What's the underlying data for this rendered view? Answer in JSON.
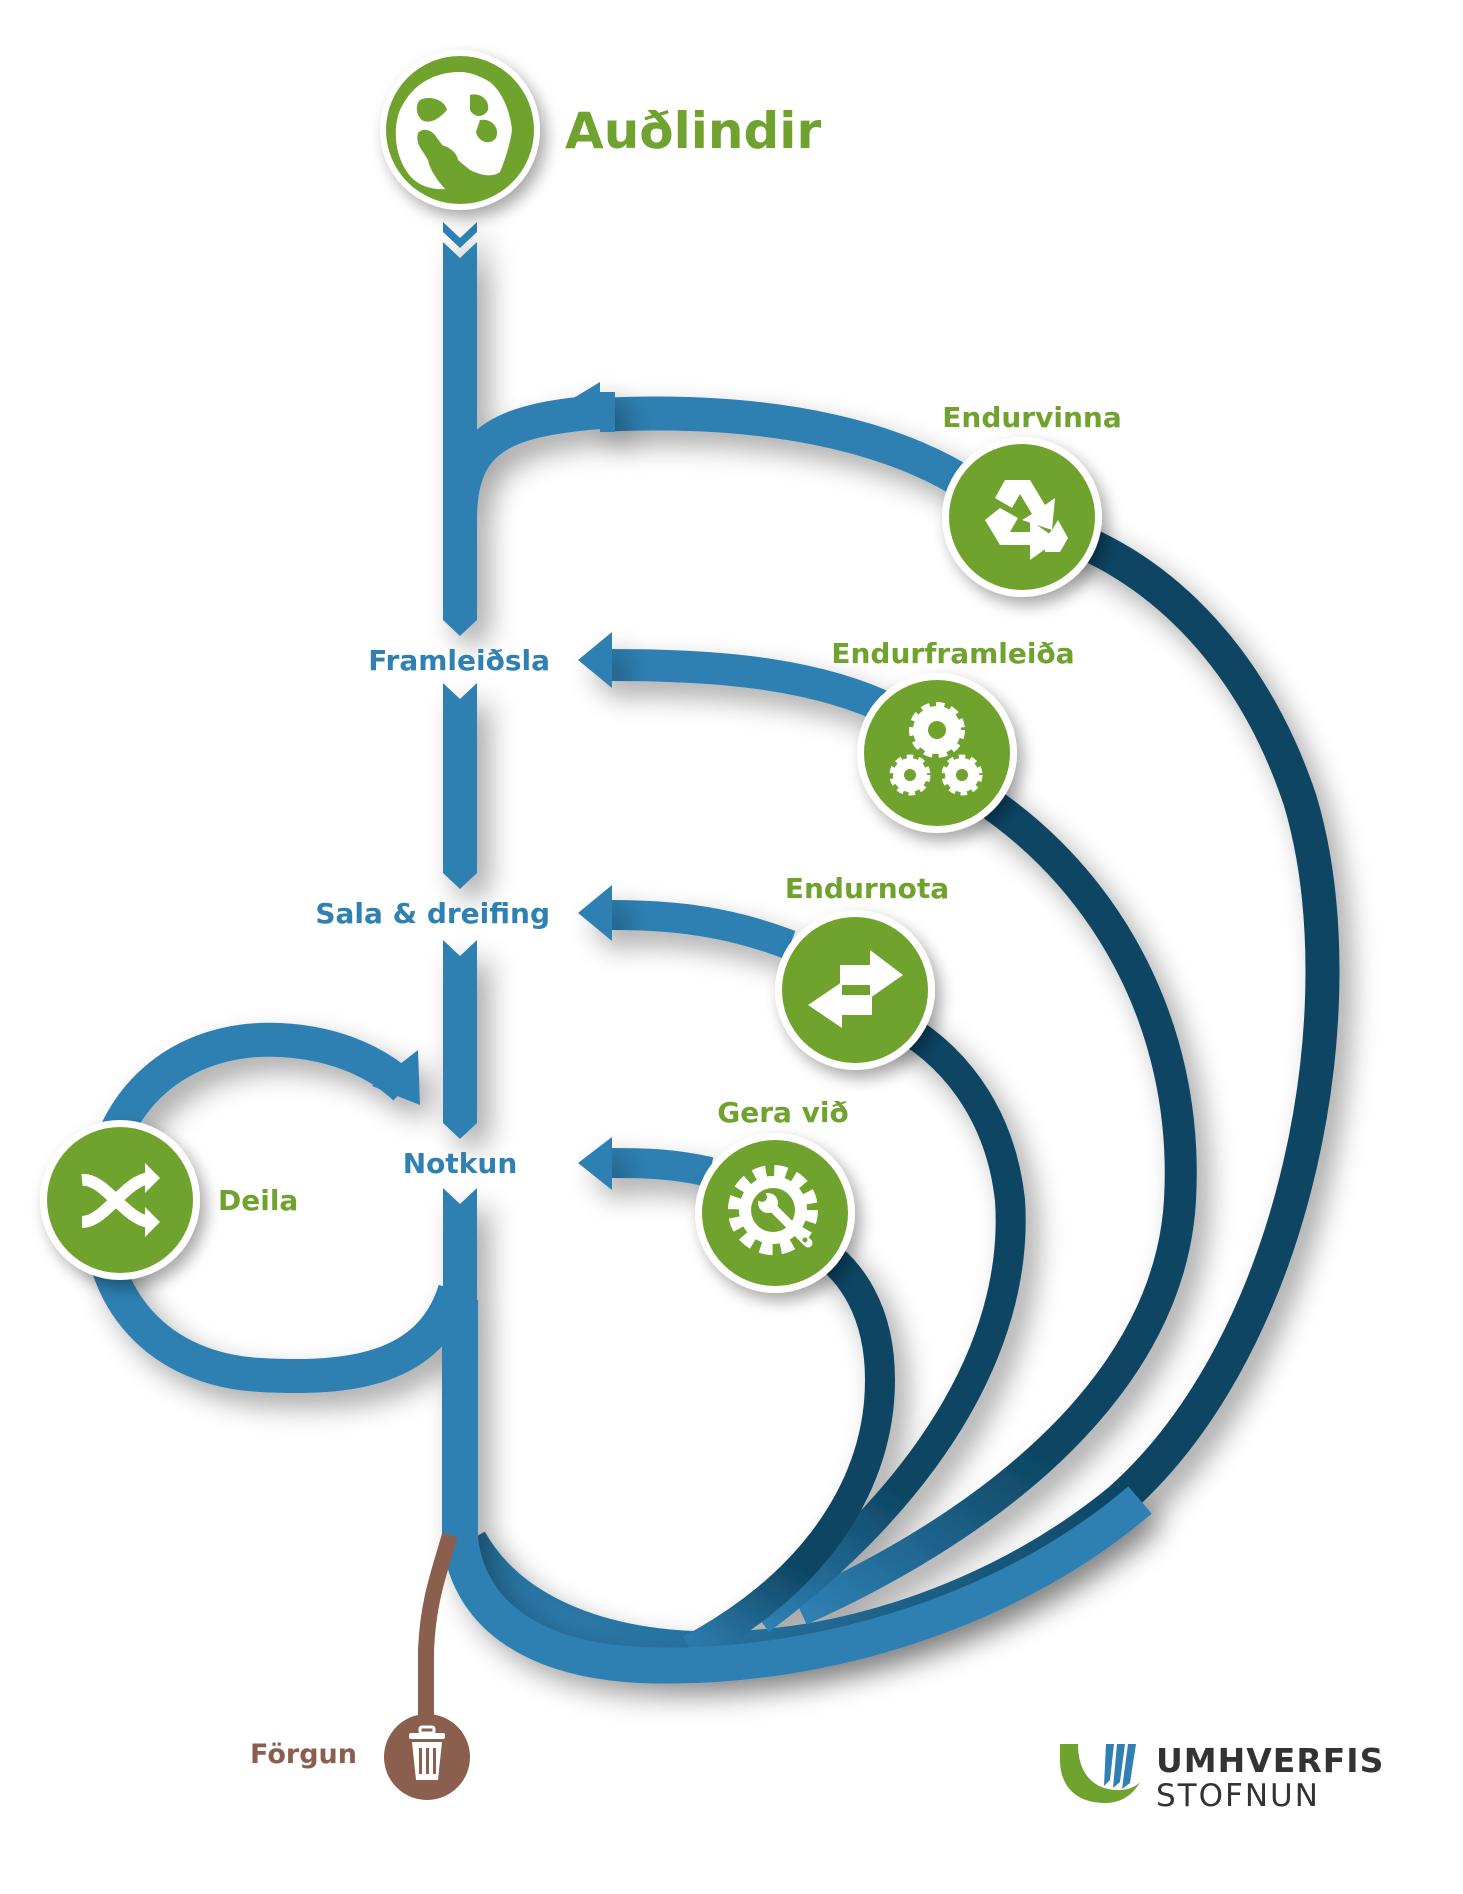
{
  "diagram": {
    "title": "Auðlindir",
    "title_icon": "globe-icon",
    "colors": {
      "main_flow": "#2f80b3",
      "return_flow": "#0d4563",
      "node_green": "#6fa22e",
      "disposal_brown": "#8a5f4e",
      "logo_text": "#333333"
    },
    "stages": [
      {
        "id": "framleidsla",
        "label": "Framleiðsla"
      },
      {
        "id": "sala",
        "label": "Sala & dreifing"
      },
      {
        "id": "notkun",
        "label": "Notkun"
      }
    ],
    "loops": [
      {
        "id": "endurvinna",
        "label": "Endurvinna",
        "icon": "recycle-icon",
        "returns_to": "Auðlindir"
      },
      {
        "id": "endurframleida",
        "label": "Endurframleiða",
        "icon": "gears-icon",
        "returns_to": "Framleiðsla"
      },
      {
        "id": "endurnota",
        "label": "Endurnota",
        "icon": "swap-arrows-icon",
        "returns_to": "Sala & dreifing"
      },
      {
        "id": "geravid",
        "label": "Gera við",
        "icon": "gear-wrench-icon",
        "returns_to": "Notkun"
      },
      {
        "id": "deila",
        "label": "Deila",
        "icon": "shuffle-icon",
        "returns_to": "Notkun"
      }
    ],
    "disposal": {
      "label": "Förgun",
      "icon": "trash-icon"
    }
  },
  "logo": {
    "line1": "UMHVERFIS",
    "line2": "STOFNUN"
  }
}
